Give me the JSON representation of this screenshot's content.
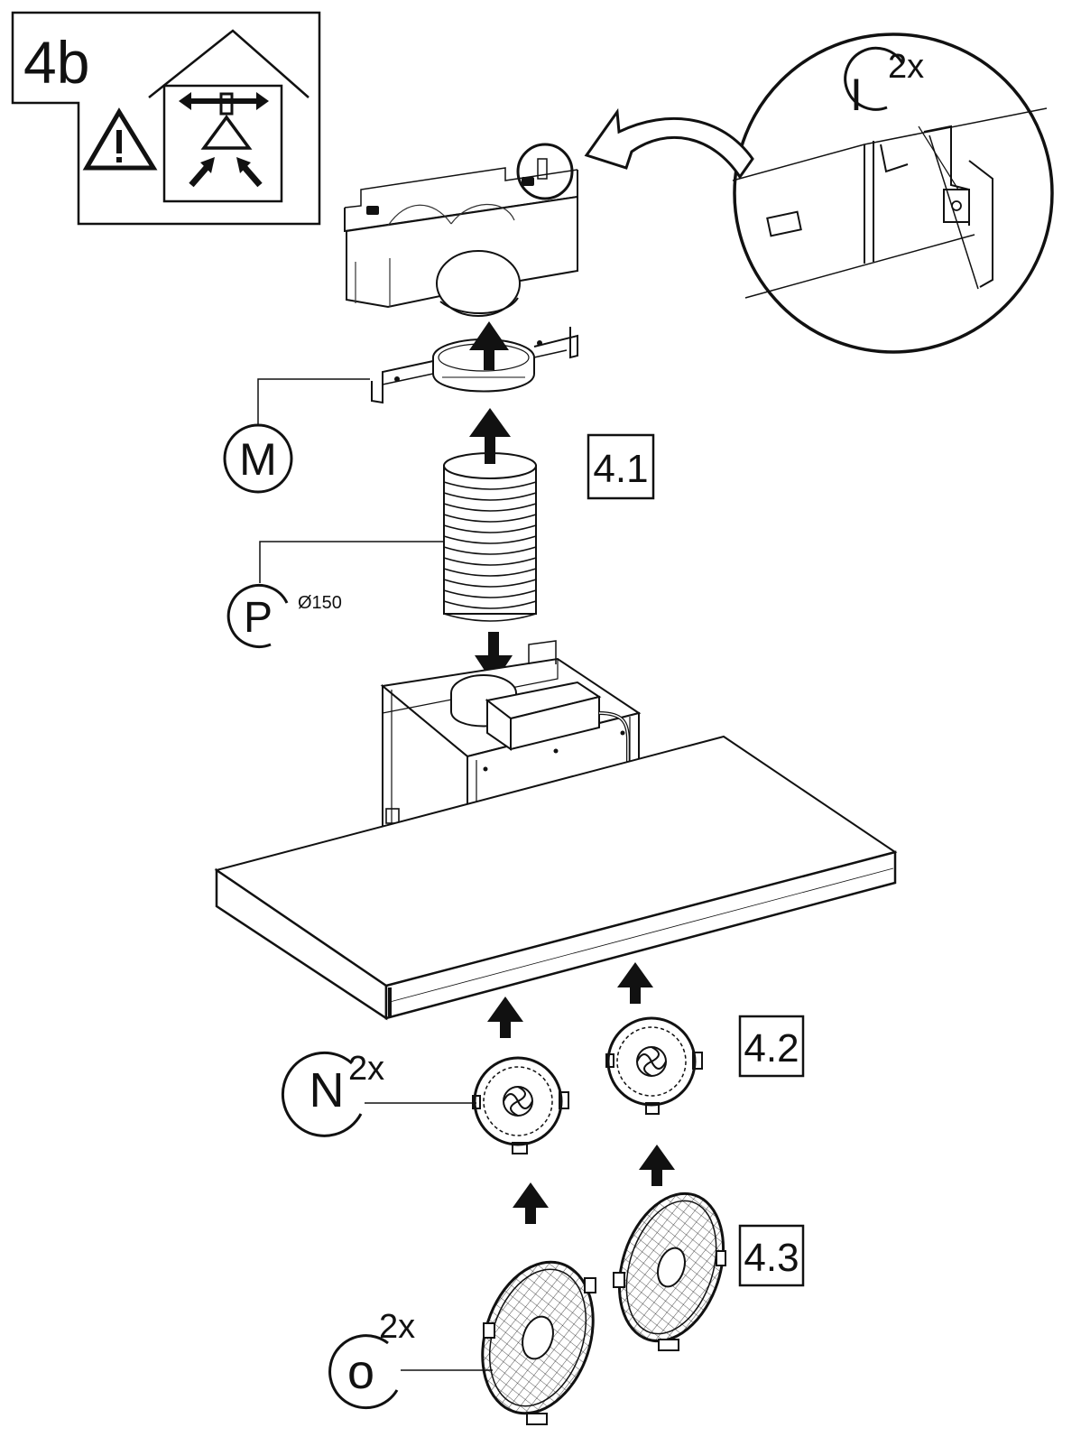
{
  "header": {
    "step": "4b"
  },
  "steps": {
    "s1": "4.1",
    "s2": "4.2",
    "s3": "4.3"
  },
  "parts": {
    "i": {
      "letter": "I",
      "qty": "2x"
    },
    "m": {
      "letter": "M"
    },
    "p": {
      "letter": "P",
      "spec": "Ø150"
    },
    "n": {
      "letter": "N",
      "qty": "2x"
    },
    "o": {
      "letter": "o",
      "qty": "2x"
    }
  },
  "icons": [
    "warning-icon",
    "house-recirculation-icon",
    "up-arrow-icon",
    "down-arrow-icon",
    "curved-arrow-icon"
  ]
}
